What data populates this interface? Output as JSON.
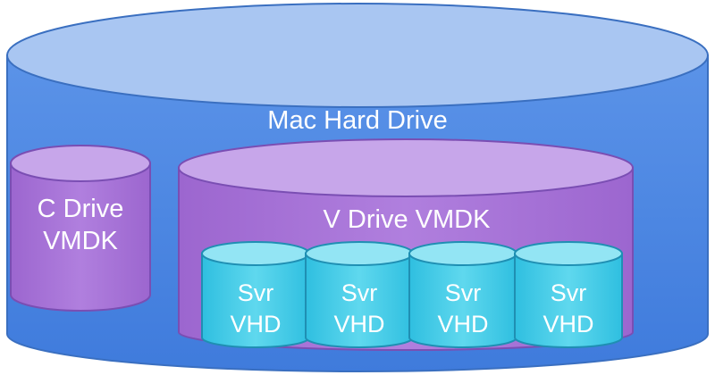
{
  "mac_drive": {
    "label": "Mac Hard Drive"
  },
  "c_drive": {
    "label": "C Drive\nVMDK"
  },
  "v_drive": {
    "label": "V Drive VMDK"
  },
  "servers": [
    {
      "label": "Svr\nVHD"
    },
    {
      "label": "Svr\nVHD"
    },
    {
      "label": "Svr\nVHD"
    },
    {
      "label": "Svr\nVHD"
    }
  ],
  "colors": {
    "mac_body": "#4b87e3",
    "mac_top": "#a9c6f2",
    "drive_purple_body": "#a674d6",
    "drive_purple_top": "#c7a6ea",
    "server_body": "#3fcbe6",
    "server_top": "#93e5f4"
  }
}
